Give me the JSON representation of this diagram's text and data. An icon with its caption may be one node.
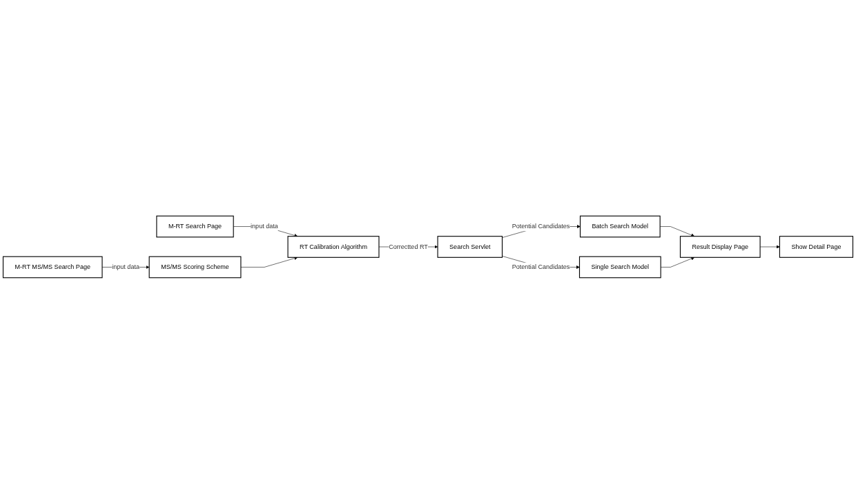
{
  "diagram": {
    "nodes": [
      {
        "text": [
          "M-RT Search Page"
        ]
      },
      {
        "text": [
          "RT Calibration Algorithm"
        ]
      },
      {
        "text": [
          "MS/MS Scoring Scheme"
        ]
      },
      {
        "text": [
          "M-RT MS/MS Search Page"
        ]
      },
      {
        "text": [
          "Batch Search Model"
        ]
      },
      {
        "text": [
          "Search Servlet"
        ]
      },
      {
        "text": [
          "Single Search Model"
        ]
      },
      {
        "text": [
          "Result Display Page"
        ]
      },
      {
        "text": [
          "Show Detail Page"
        ]
      }
    ],
    "edges": [
      {
        "from": 0,
        "to": 1,
        "arrow": "to",
        "label": "input data"
      },
      {
        "from": 3,
        "to": 2,
        "arrow": "to",
        "label": "input data"
      },
      {
        "from": 2,
        "to": 1,
        "arrow": "to"
      },
      {
        "from": 1,
        "to": 5,
        "arrow": "to",
        "label": "Correctted RT"
      },
      {
        "from": 5,
        "to": 4,
        "arrow": "to",
        "label": "Potential Candidates"
      },
      {
        "from": 5,
        "to": 6,
        "arrow": "to",
        "label": "Potential Candidates"
      },
      {
        "from": 4,
        "to": 7,
        "arrow": "to"
      },
      {
        "from": 6,
        "to": 7,
        "arrow": "to"
      },
      {
        "from": 7,
        "to": 8,
        "arrow": "to"
      }
    ]
  }
}
